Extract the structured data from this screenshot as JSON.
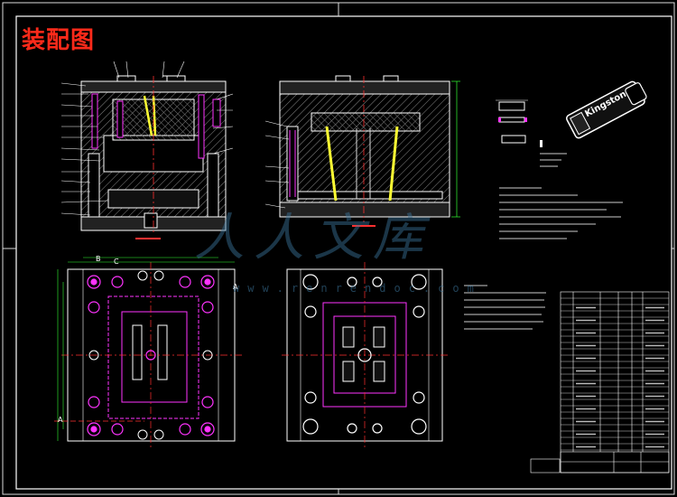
{
  "drawing": {
    "title": "装配图",
    "colors": {
      "background": "#000000",
      "lines": "#ffffff",
      "title": "#ff2a1a",
      "part_magenta": "#ff33ff",
      "dimension_green": "#33ff33",
      "centerline_red": "#ff3030",
      "highlight_yellow": "#ffff33",
      "watermark": "#3c78a0"
    }
  },
  "product": {
    "logo_text": "Kingston"
  },
  "watermark": {
    "text": "人人文库",
    "url": "www.renrendoc.com"
  },
  "labels": {
    "dim_letters": [
      "B",
      "A",
      "A",
      "C"
    ]
  }
}
